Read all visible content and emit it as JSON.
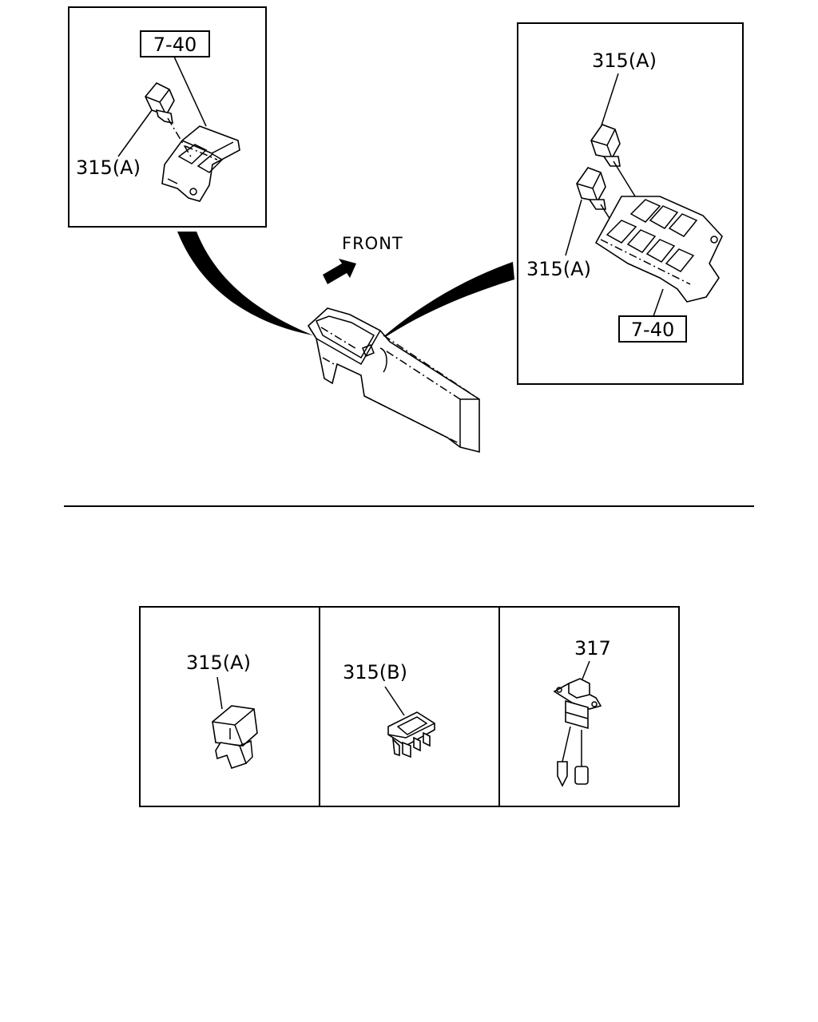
{
  "labels": {
    "ref_top_left": "7-40",
    "part_top_left": "315(A)",
    "front": "FRONT",
    "part_right_upper": "315(A)",
    "part_right_lower": "315(A)",
    "ref_right": "7-40",
    "legend_a": "315(A)",
    "legend_b": "315(B)",
    "legend_c": "317"
  }
}
